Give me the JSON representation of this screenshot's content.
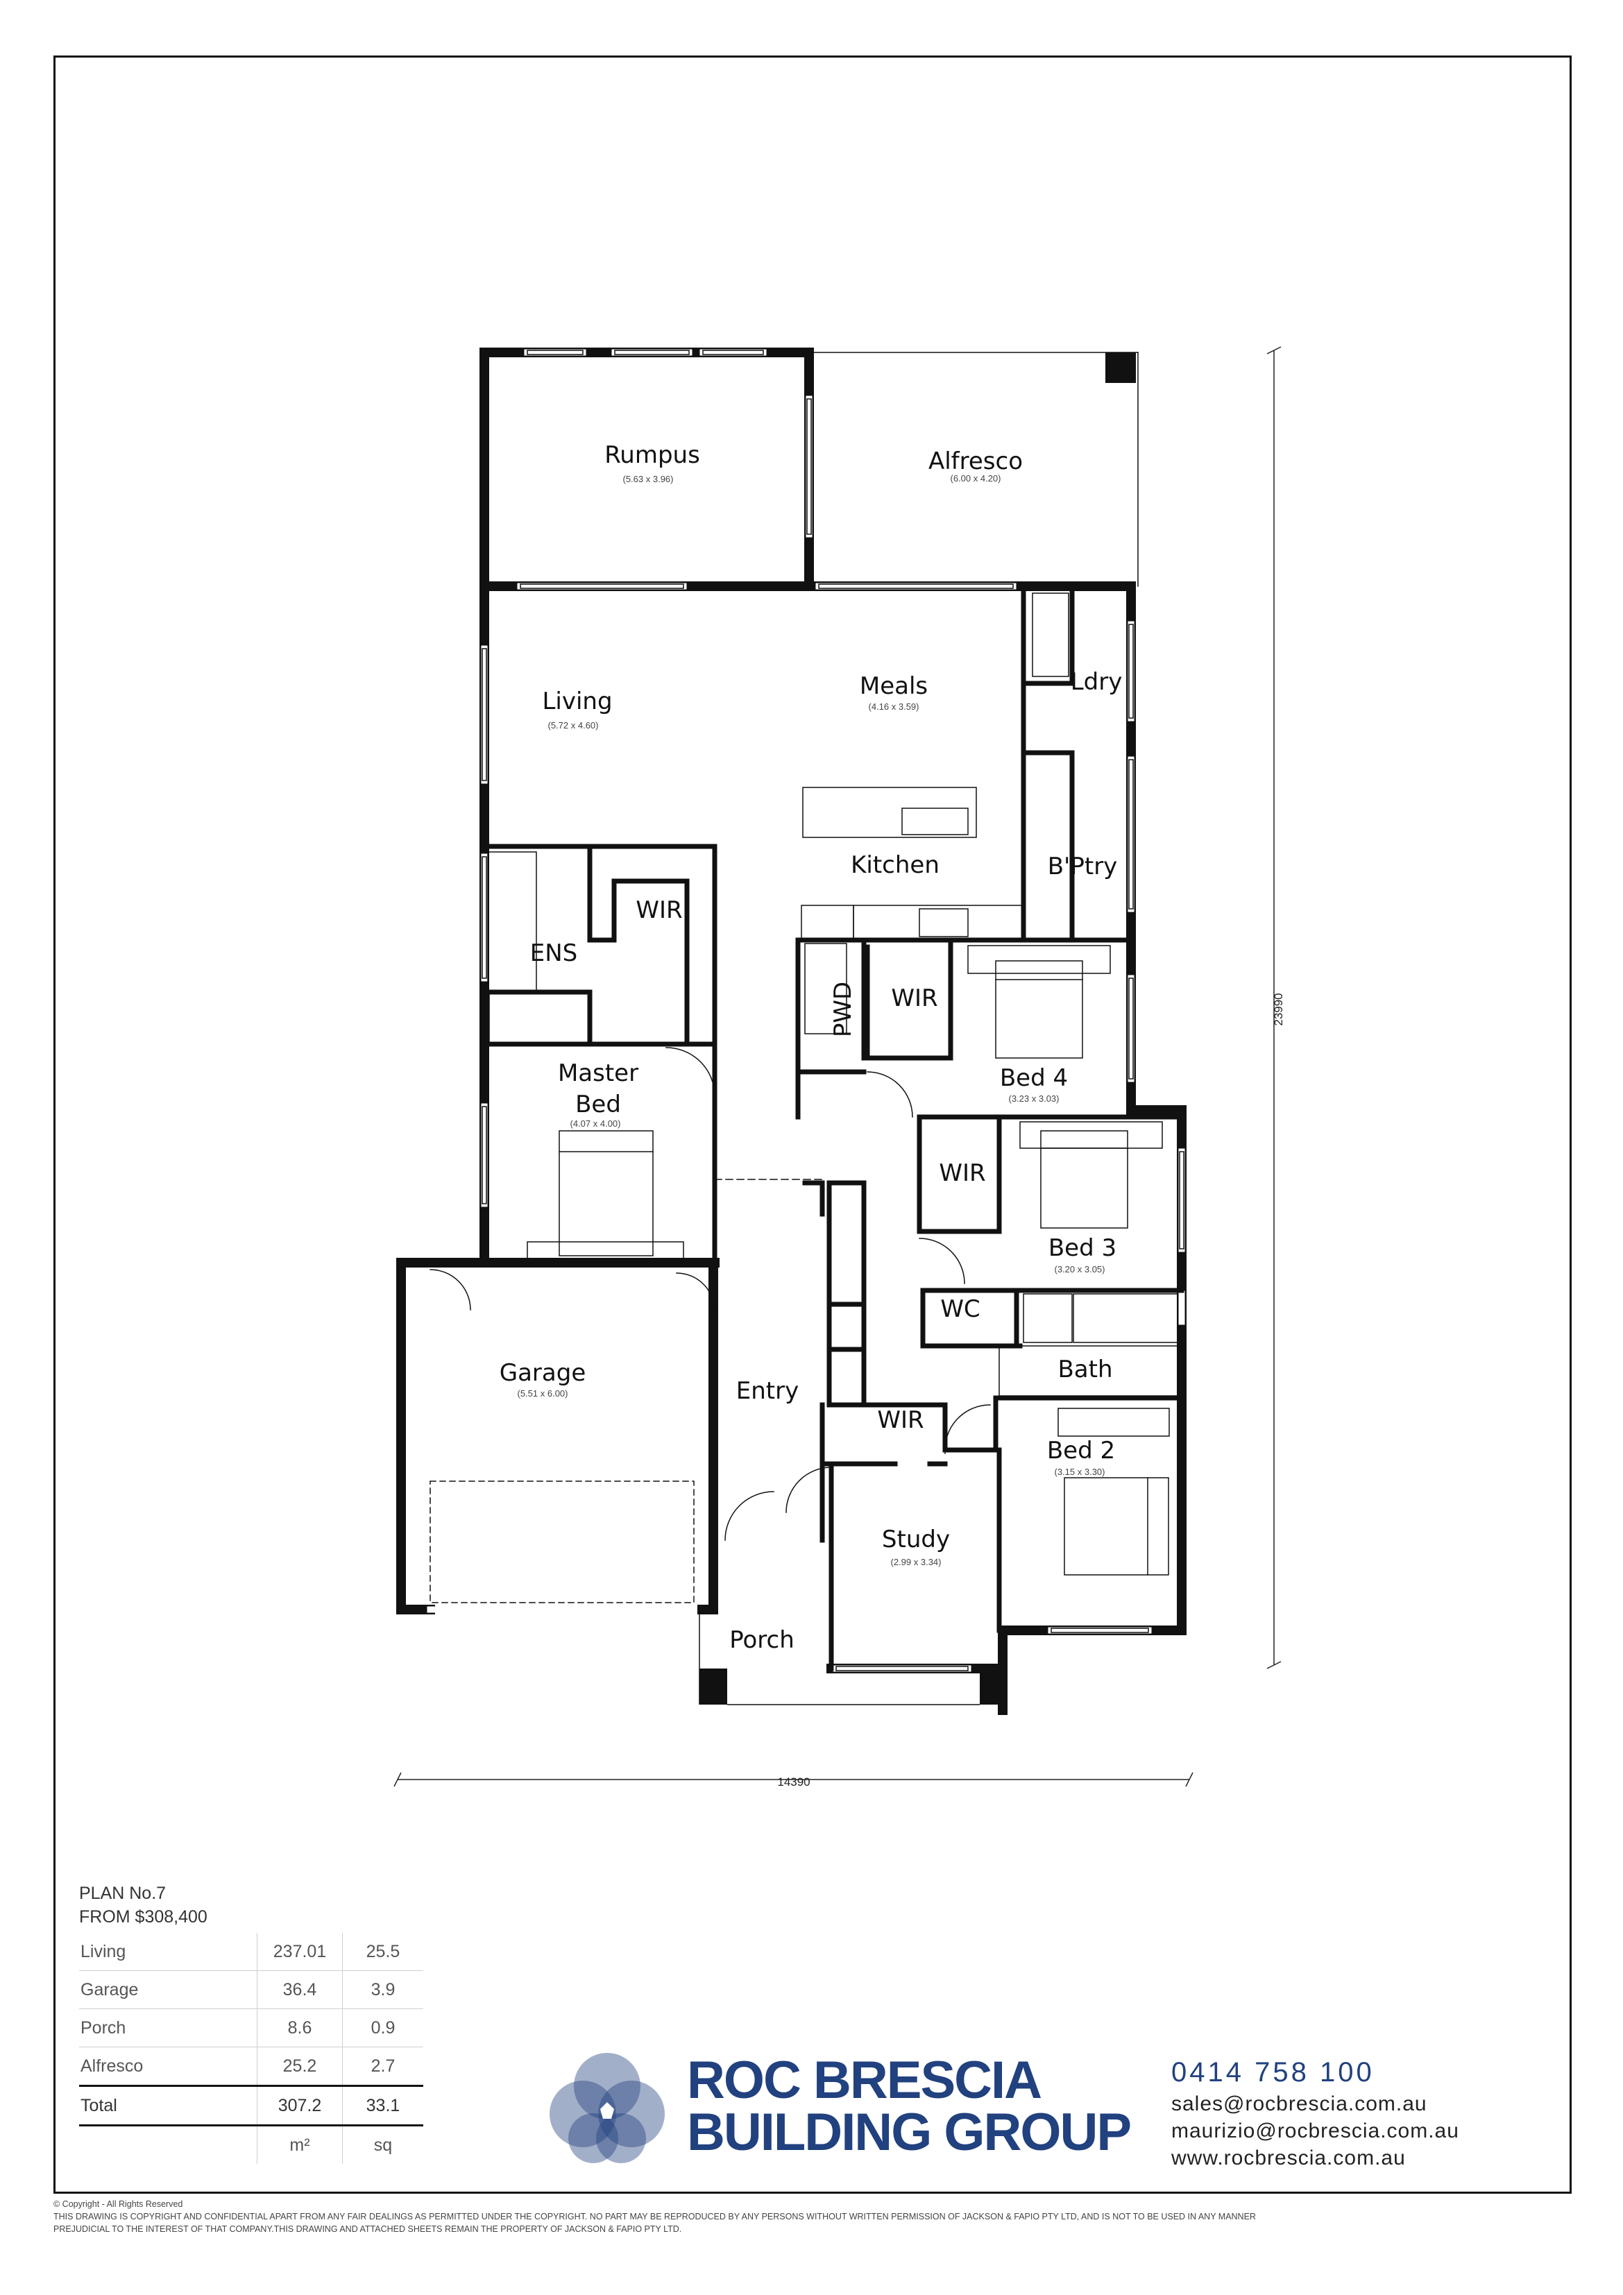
{
  "rooms": {
    "rumpus": {
      "label": "Rumpus",
      "dims": "(5.63 x 3.96)"
    },
    "alfresco": {
      "label": "Alfresco",
      "dims": "(6.00 x 4.20)"
    },
    "living": {
      "label": "Living",
      "dims": "(5.72 x 4.60)"
    },
    "meals": {
      "label": "Meals",
      "dims": "(4.16 x 3.59)"
    },
    "ldry": {
      "label": "Ldry"
    },
    "kitchen": {
      "label": "Kitchen"
    },
    "bptry": {
      "label": "B'Ptry"
    },
    "wir_master": {
      "label": "WIR"
    },
    "ens": {
      "label": "ENS"
    },
    "pwd": {
      "label": "PWD"
    },
    "wir_bed4": {
      "label": "WIR"
    },
    "bed4": {
      "label": "Bed 4",
      "dims": "(3.23 x 3.03)"
    },
    "master": {
      "label1": "Master",
      "label2": "Bed",
      "dims": "(4.07 x 4.00)"
    },
    "wir_bed3": {
      "label": "WIR"
    },
    "bed3": {
      "label": "Bed 3",
      "dims": "(3.20 x 3.05)"
    },
    "wc": {
      "label": "WC"
    },
    "bath": {
      "label": "Bath"
    },
    "garage": {
      "label": "Garage",
      "dims": "(5.51 x 6.00)"
    },
    "entry": {
      "label": "Entry"
    },
    "wir_bed2": {
      "label": "WIR"
    },
    "bed2": {
      "label": "Bed 2",
      "dims": "(3.15 x 3.30)"
    },
    "study": {
      "label": "Study",
      "dims": "(2.99 x 3.34)"
    },
    "porch": {
      "label": "Porch"
    }
  },
  "overall_dims": {
    "width": "14390",
    "depth": "23990"
  },
  "plan": {
    "number": "PLAN No.7",
    "price": "FROM $308,400"
  },
  "area_table": {
    "rows": [
      {
        "label": "Living",
        "m2": "237.01",
        "sq": "25.5"
      },
      {
        "label": "Garage",
        "m2": "36.4",
        "sq": "3.9"
      },
      {
        "label": "Porch",
        "m2": "8.6",
        "sq": "0.9"
      },
      {
        "label": "Alfresco",
        "m2": "25.2",
        "sq": "2.7"
      }
    ],
    "total": {
      "label": "Total",
      "m2": "307.2",
      "sq": "33.1"
    },
    "units": {
      "m2": "m²",
      "sq": "sq"
    }
  },
  "brand": {
    "line1": "ROC BRESCIA",
    "line2": "BUILDING GROUP",
    "color": "#21417f"
  },
  "contact": {
    "phone": "0414 758 100",
    "email1": "sales@rocbrescia.com.au",
    "email2": "maurizio@rocbrescia.com.au",
    "website": "www.rocbrescia.com.au"
  },
  "copyright": {
    "line1": "© Copyright - All Rights Reserved",
    "line2": "THIS DRAWING IS COPYRIGHT AND CONFIDENTIAL APART FROM ANY FAIR DEALINGS AS PERMITTED UNDER THE COPYRIGHT. NO PART MAY BE REPRODUCED BY ANY PERSONS WITHOUT WRITTEN PERMISSION OF JACKSON & FAPIO PTY LTD, AND IS NOT TO BE USED IN ANY MANNER",
    "line3": "PREJUDICIAL TO THE INTEREST OF THAT COMPANY.THIS DRAWING AND ATTACHED SHEETS REMAIN THE PROPERTY OF JACKSON & FAPIO PTY LTD."
  }
}
